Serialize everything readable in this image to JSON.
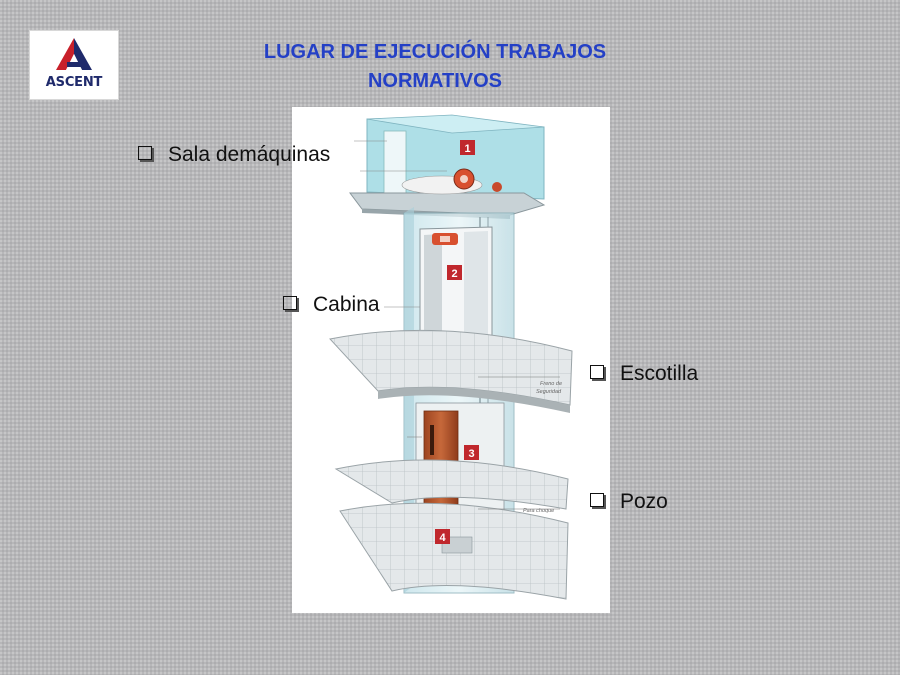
{
  "logo": {
    "text": "ASCENT",
    "icon": "ascent-triangle-logo"
  },
  "title": {
    "line1": "LUGAR DE EJECUCIÓN TRABAJOS",
    "line2": "NORMATIVOS"
  },
  "labels": {
    "sala": "Sala demáquinas",
    "cabina": "Cabina",
    "escotilla": "Escotilla",
    "pozo": "Pozo"
  },
  "diagram": {
    "markers": [
      "1",
      "2",
      "3",
      "4"
    ],
    "small_labels": [
      "Freno de Seguridad",
      "Para choque"
    ]
  },
  "colors": {
    "title": "#2440c6",
    "marker": "#c0282d",
    "door": "#b5562a",
    "glass": "#d2eaef"
  }
}
